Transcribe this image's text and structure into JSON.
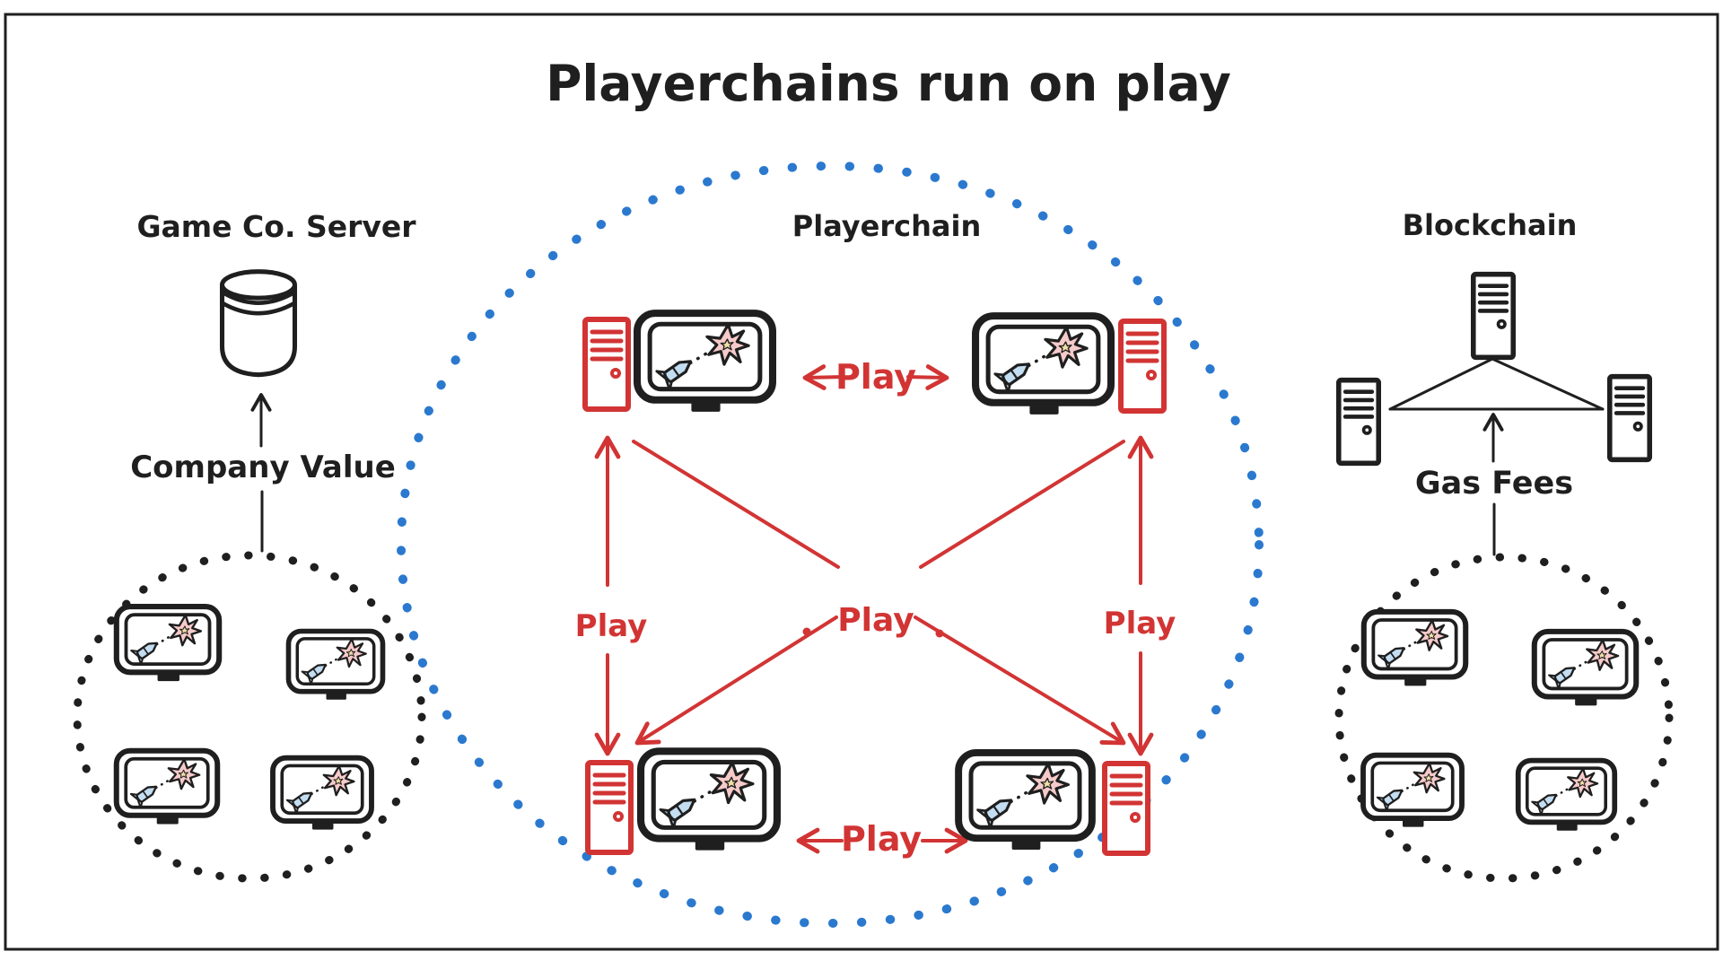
{
  "title": "Playerchains run on play",
  "colors": {
    "ink": "#1f1f1f",
    "red": "#d23434",
    "blue": "#2b79cf",
    "rocket_blue": "#c3ddf1",
    "star_pink": "#f7caca",
    "star_yellow": "#efe0a4",
    "background": "#ffffff"
  },
  "icons": {
    "player_monitor": "monitor-with-rocket-shooting-star-icon",
    "server_tower": "tower-server-icon",
    "database": "database-cylinder-icon"
  },
  "sections": {
    "game_server": {
      "label": "Game Co. Server",
      "arrow_label": "Company Value"
    },
    "playerchain": {
      "label": "Playerchain",
      "play": {
        "top": "Play",
        "left": "Play",
        "center": "Play",
        "right": "Play",
        "bottom": "Play"
      }
    },
    "blockchain": {
      "label": "Blockchain",
      "arrow_label": "Gas Fees"
    }
  }
}
